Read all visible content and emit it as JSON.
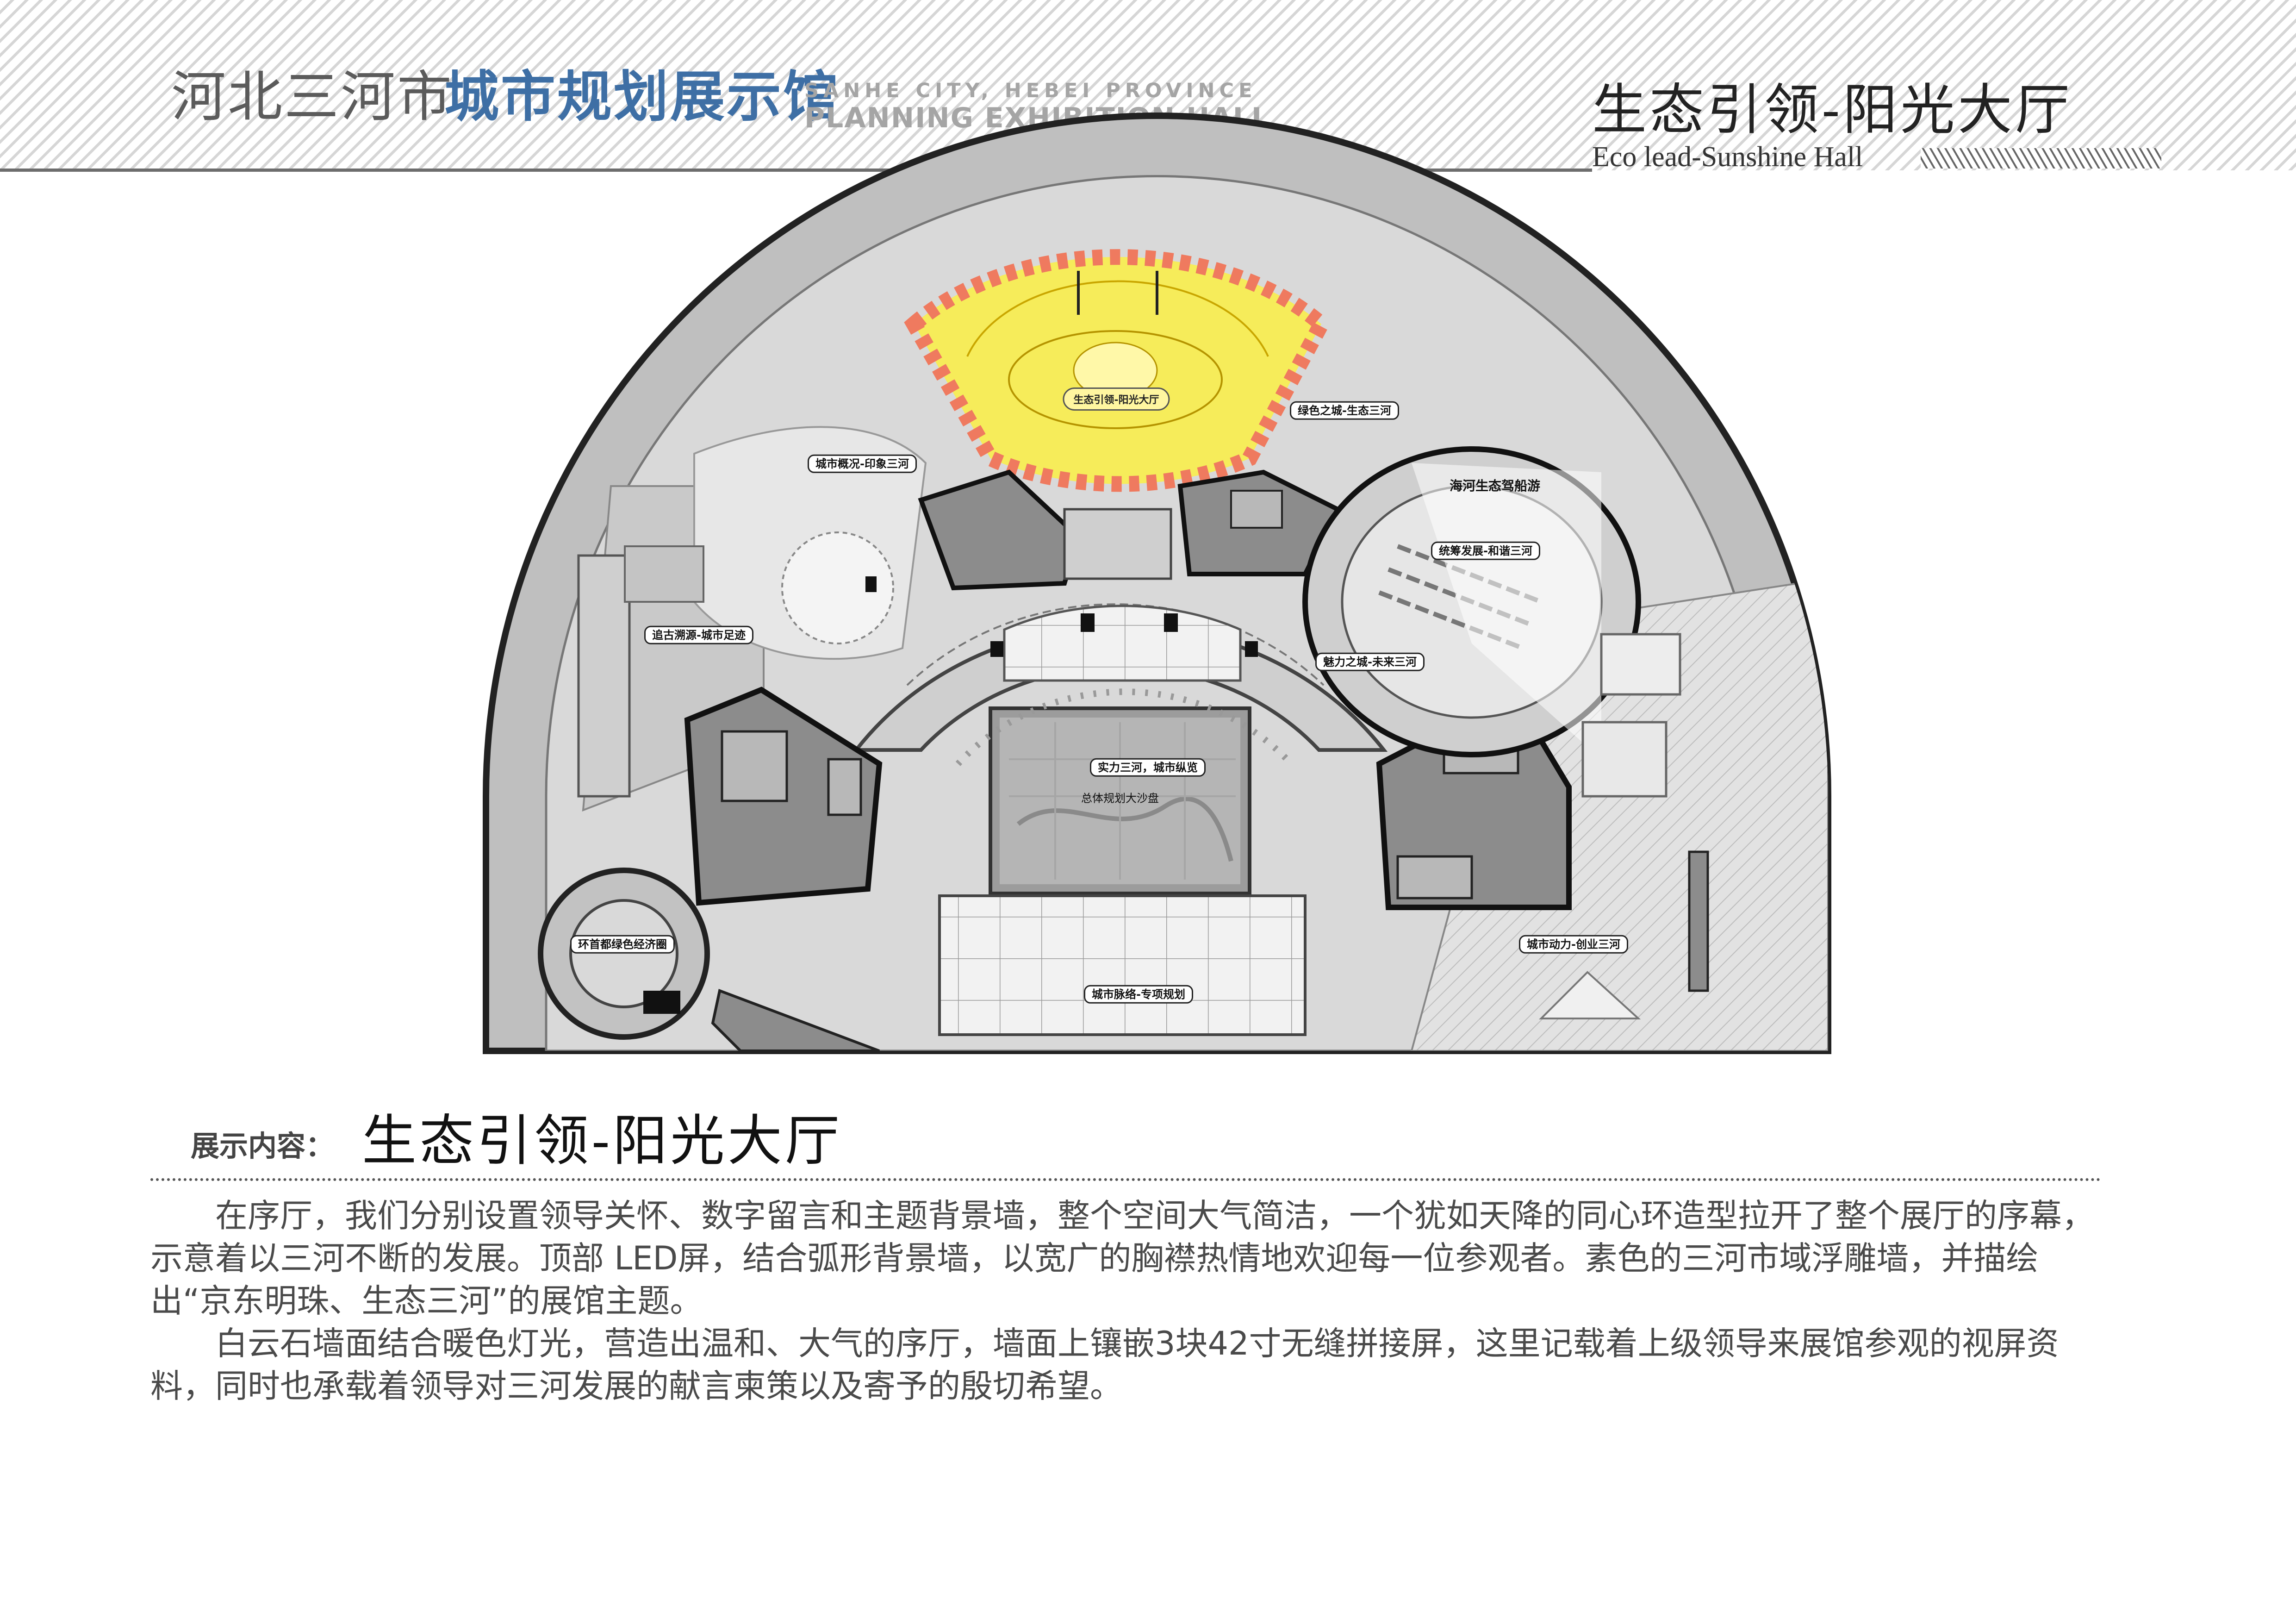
{
  "header": {
    "title_cn_a": "河北三河市",
    "title_cn_b": "城市规划展示馆",
    "title_en_line1": "SANHE CITY, HEBEI PROVINCE",
    "title_en_line2": "PLANNING EXHIBITION HALL",
    "section_cn": "生态引领-阳光大厅",
    "section_en": "Eco lead-Sunshine Hall"
  },
  "plan": {
    "highlight_label": "生态引领-阳光大厅",
    "center_label": "实力三河，城市纵览",
    "center_sublabel": "总体规划大沙盘",
    "zones": [
      "绿色之城-生态三河",
      "城市概况-印象三河",
      "海河生态驾船游",
      "统筹发展-和谐三河",
      "追古溯源-城市足迹",
      "魅力之城-未来三河",
      "环首都绿色经济圈",
      "城市动力-创业三河",
      "城市脉络-专项规划"
    ]
  },
  "content": {
    "label": "展示内容：",
    "title": "生态引领-阳光大厅",
    "paragraphs": [
      "在序厅，我们分别设置领导关怀、数字留言和主题背景墙，整个空间大气简洁，一个犹如天降的同心环造型拉开了整个展厅的序幕，示意着以三河不断的发展。顶部 LED屏，结合弧形背景墙，以宽广的胸襟热情地欢迎每一位参观者。素色的三河市域浮雕墙，并描绘出“京东明珠、生态三河”的展馆主题。",
      "白云石墙面结合暖色灯光，营造出温和、大气的序厅，墙面上镶嵌3块42寸无缝拼接屏，这里记载着上级领导来展馆参观的视屏资料，同时也承载着领导对三河发展的献言柬策以及寄予的殷切希望。"
    ]
  },
  "colors": {
    "highlight_fill": "#f6ec5a",
    "highlight_dash": "#ef7a5f",
    "title_blue": "#3e6fa5",
    "plan_grey": "#d4d4d4",
    "dark_room": "#8c8c8c"
  }
}
